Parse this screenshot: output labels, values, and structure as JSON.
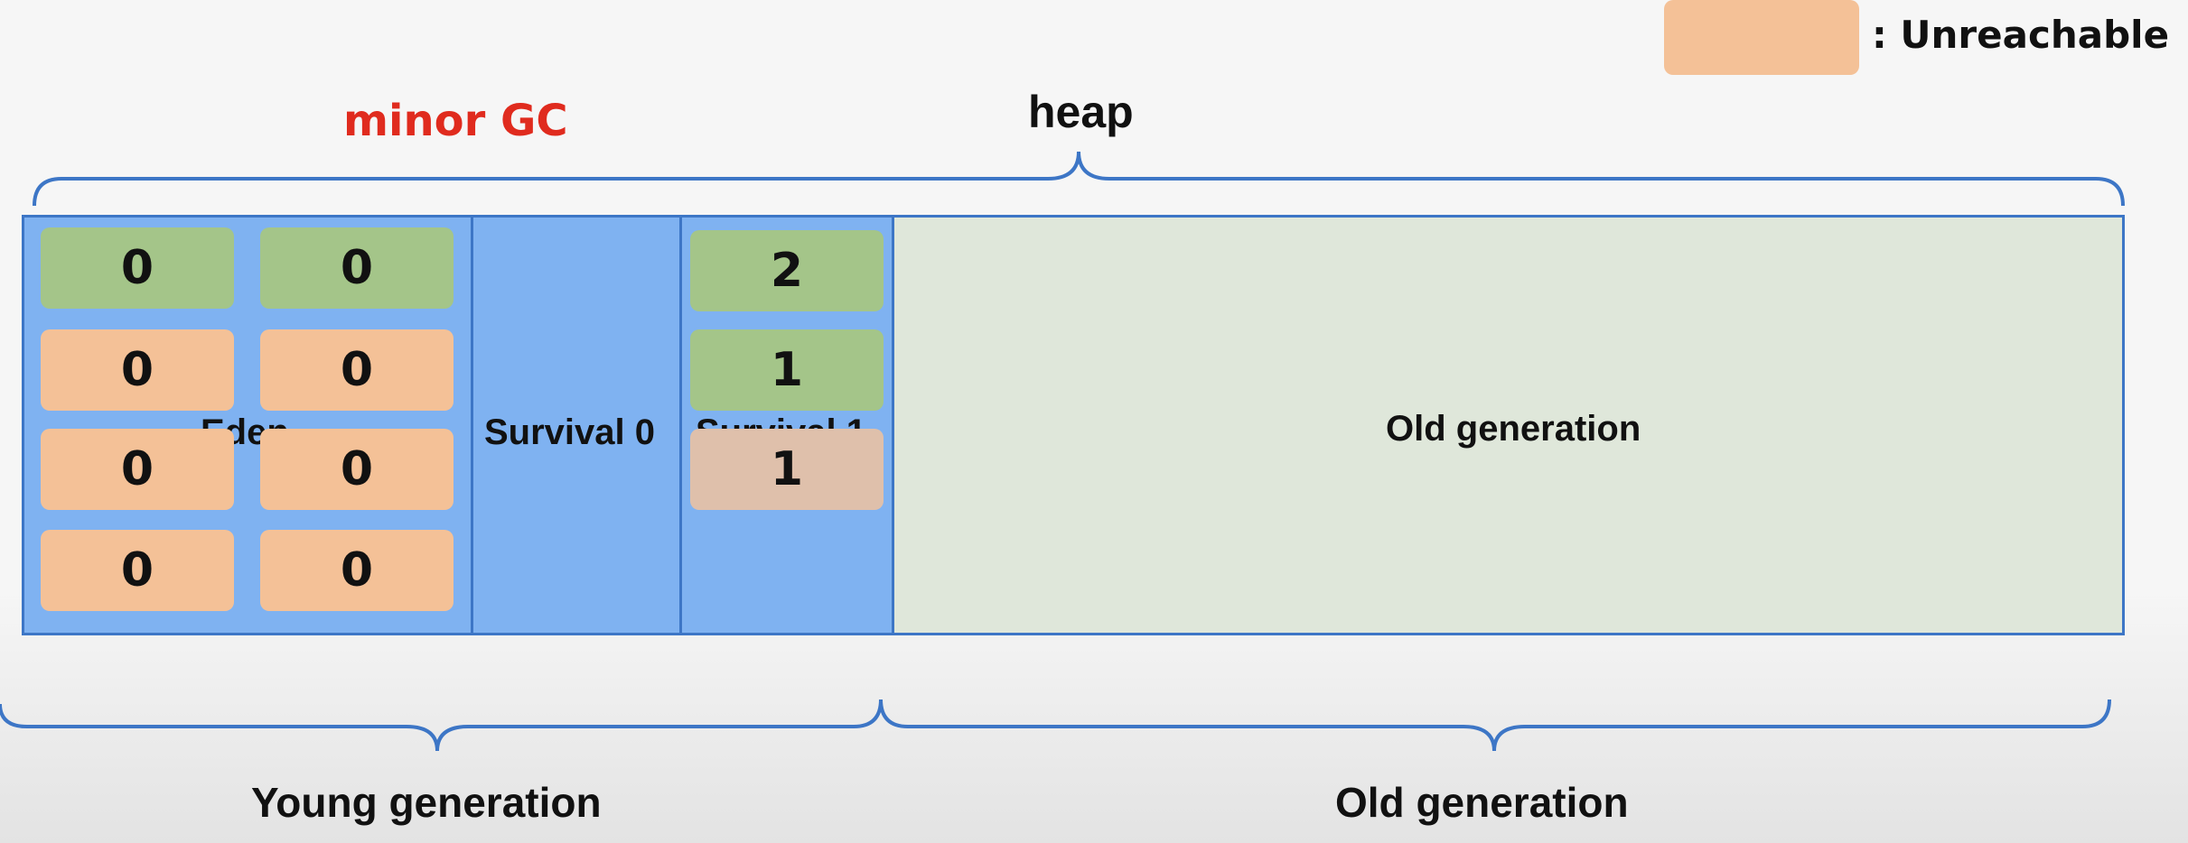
{
  "legend": {
    "label": ": Unreachable"
  },
  "titles": {
    "gc": "minor GC",
    "heap": "heap"
  },
  "regions": {
    "eden": "Eden",
    "survival0": "Survival 0",
    "survival1": "Survival 1",
    "old": "Old generation"
  },
  "eden_objects": [
    "0",
    "0",
    "0",
    "0",
    "0",
    "0",
    "0",
    "0"
  ],
  "survival1_objects": [
    "2",
    "1",
    "1"
  ],
  "generations": {
    "young": "Young generation",
    "old": "Old generation"
  }
}
